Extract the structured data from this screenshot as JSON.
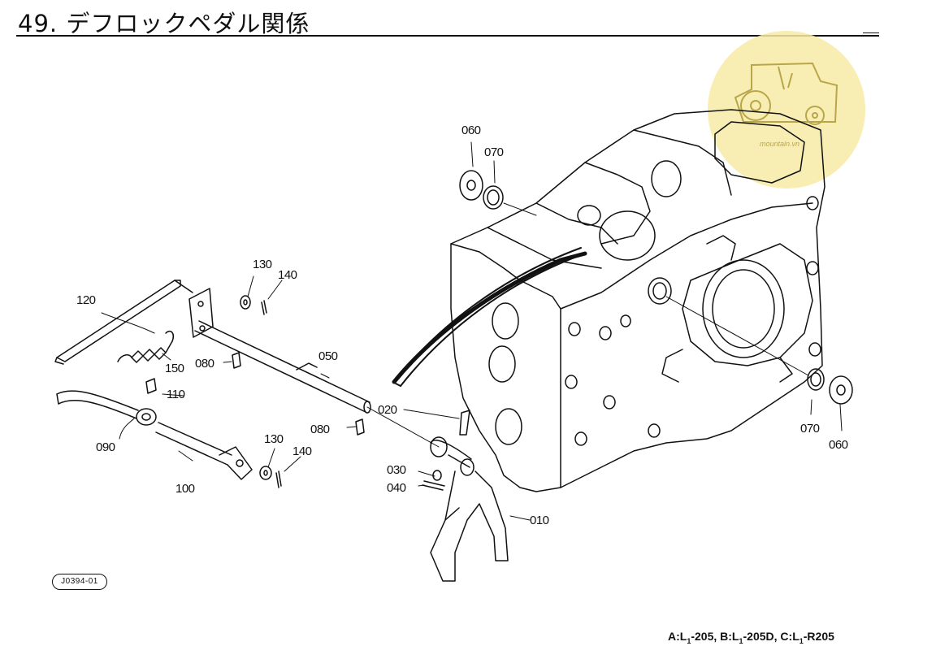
{
  "page": {
    "title": "49. デフロックペダル関係",
    "reference_code": "J0394-01",
    "footer": {
      "a_label": "A:L",
      "a_sub": "1",
      "a_model": "-205,",
      "b_label": "B:L",
      "b_sub": "1",
      "b_model": "-205D,",
      "c_label": "C:L",
      "c_sub": "1",
      "c_model": "-R205"
    }
  },
  "watermark": {
    "text": "mountain.vn",
    "color": "#f5e9a8"
  },
  "callouts": {
    "c010": "010",
    "c020": "020",
    "c030": "030",
    "c040": "040",
    "c050": "050",
    "c060_top": "060",
    "c070_top": "070",
    "c060_right": "060",
    "c070_right": "070",
    "c080_upper": "080",
    "c080_lower": "080",
    "c090": "090",
    "c100": "100",
    "c110": "110",
    "c120": "120",
    "c130_upper": "130",
    "c140_upper": "140",
    "c130_lower": "130",
    "c140_lower": "140",
    "c150": "150"
  },
  "colors": {
    "ink": "#111111",
    "watermark_fill": "#f7eba6"
  }
}
